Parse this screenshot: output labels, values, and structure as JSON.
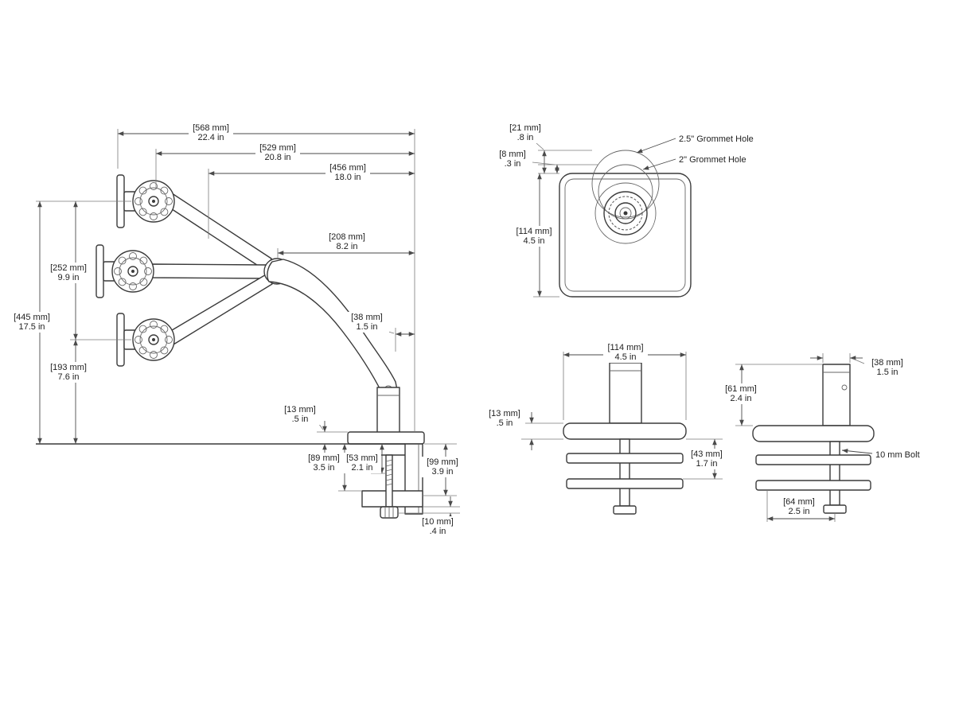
{
  "views": {
    "side": {
      "name": "side-elevation",
      "dims": {
        "d568": {
          "mm": "[568 mm]",
          "in": "22.4 in"
        },
        "d529": {
          "mm": "[529 mm]",
          "in": "20.8 in"
        },
        "d456": {
          "mm": "[456 mm]",
          "in": "18.0 in"
        },
        "d208": {
          "mm": "[208 mm]",
          "in": "8.2 in"
        },
        "d38": {
          "mm": "[38 mm]",
          "in": "1.5 in"
        },
        "d252": {
          "mm": "[252 mm]",
          "in": "9.9 in"
        },
        "d445": {
          "mm": "[445 mm]",
          "in": "17.5 in"
        },
        "d193": {
          "mm": "[193 mm]",
          "in": "7.6 in"
        },
        "d13": {
          "mm": "[13 mm]",
          "in": ".5 in"
        },
        "d89": {
          "mm": "[89 mm]",
          "in": "3.5 in"
        },
        "d53": {
          "mm": "[53 mm]",
          "in": "2.1 in"
        },
        "d99": {
          "mm": "[99 mm]",
          "in": "3.9 in"
        },
        "d10": {
          "mm": "[10 mm]",
          "in": ".4 in"
        }
      }
    },
    "top": {
      "name": "base-top-view",
      "dims": {
        "d21": {
          "mm": "[21 mm]",
          "in": ".8 in"
        },
        "d8": {
          "mm": "[8 mm]",
          "in": ".3 in"
        },
        "d114": {
          "mm": "[114 mm]",
          "in": "4.5 in"
        }
      },
      "notes": {
        "grommet25": "2.5\" Grommet Hole",
        "grommet2": "2\" Grommet Hole"
      }
    },
    "clamp_front": {
      "name": "clamp-front-view",
      "dims": {
        "d114": {
          "mm": "[114 mm]",
          "in": "4.5 in"
        },
        "d13": {
          "mm": "[13 mm]",
          "in": ".5 in"
        },
        "d43": {
          "mm": "[43 mm]",
          "in": "1.7 in"
        }
      }
    },
    "clamp_side": {
      "name": "clamp-side-view",
      "dims": {
        "d38": {
          "mm": "[38 mm]",
          "in": "1.5 in"
        },
        "d61": {
          "mm": "[61 mm]",
          "in": "2.4 in"
        },
        "d64": {
          "mm": "[64 mm]",
          "in": "2.5 in"
        }
      },
      "notes": {
        "bolt": "10 mm Bolt"
      }
    }
  },
  "colors": {
    "background": "#ffffff",
    "part_line": "#3a3a3a",
    "dim_line": "#4a4a4a",
    "text": "#222222"
  }
}
